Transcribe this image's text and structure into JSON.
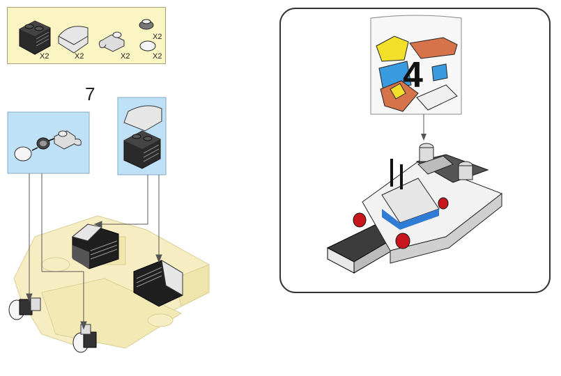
{
  "parts": [
    {
      "name": "black-2x2-grille-brick",
      "qty": "X2"
    },
    {
      "name": "light-gray-curved-slope",
      "qty": "X2"
    },
    {
      "name": "light-gray-clip-plate",
      "qty": "X2"
    },
    {
      "name": "dark-gray-round-plate",
      "qty": "X2"
    },
    {
      "name": "white-round-tile",
      "qty": "X2"
    }
  ],
  "step": {
    "number": "7"
  },
  "bag": {
    "number": "4"
  },
  "colors": {
    "parts_bg": "#fbf5c4",
    "callout_bg": "#bfe1f7",
    "ghost_model": "#f6eec2",
    "red_accent": "#c8161e",
    "blue_accent": "#2f7bd6"
  },
  "icons": [
    "arrow-icon",
    "parts-bag-icon",
    "ship-model-icon",
    "plane-model-icon"
  ]
}
